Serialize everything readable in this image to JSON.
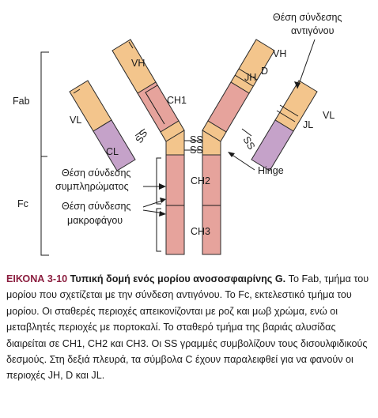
{
  "diagram": {
    "labels": {
      "vh_left": "VH",
      "ch1_left": "CH1",
      "vl_left": "VL",
      "cl_left": "CL",
      "ss_left_diag": "SS",
      "ss_hinge_top": "SS",
      "ss_hinge_bottom": "SS",
      "ch2": "CH2",
      "ch3": "CH3",
      "vh_right": "VH",
      "jh_right": "JH",
      "d_right": "D",
      "vl_right": "VL",
      "jl_right": "JL",
      "ss_right_diag": "SS",
      "antigen_site_line1": "Θέση σύνδεσης",
      "antigen_site_line2": "αντιγόνου",
      "hinge": "Hinge",
      "complement_line1": "Θέση σύνδεσης",
      "complement_line2": "συμπληρώματος",
      "macrophage_line1": "Θέση σύνδεσης",
      "macrophage_line2": "μακροφάγου",
      "fab": "Fab",
      "fc": "Fc"
    }
  },
  "caption": {
    "figure_label": "ΕΙΚΟΝΑ 3-10",
    "title": "Τυπική δομή ενός μορίου ανοσοσφαιρίνης G.",
    "text": "Το Fab, τμήμα του μορίου που σχετίζεται με την σύνδεση αντιγόνου. Το Fc, εκτελεστικό τμήμα του μορίου. Οι σταθερές περιοχές απεικονίζονται με ροζ και μωβ χρώμα, ενώ οι μεταβλητές περιοχές με πορτοκαλί. Το σταθερό τμήμα της βαριάς αλυσίδας διαιρείται σε CH1, CH2 και CH3. Οι SS γραμμές συμβολίζουν τους δισουλφιδικούς δεσμούς. Στη δεξιά πλευρά, τα σύμβολα C έχουν παραλειφθεί για να φανούν οι περιοχές JH, D και JL."
  }
}
